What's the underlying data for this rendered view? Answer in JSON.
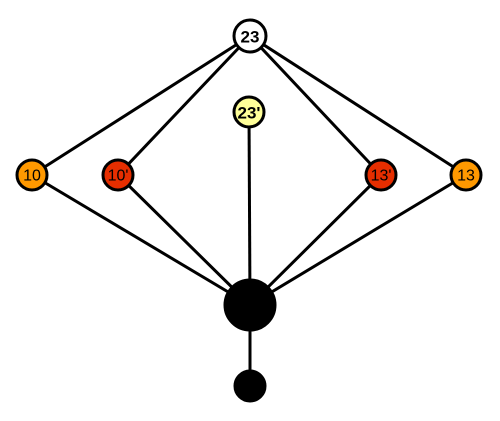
{
  "diagram": {
    "nodes": [
      {
        "id": "n23",
        "label": "23",
        "fill": "#ffffff",
        "bold": true
      },
      {
        "id": "n23p",
        "label": "23'",
        "fill": "#ffff99",
        "bold": true
      },
      {
        "id": "n10",
        "label": "10",
        "fill": "#ff9900",
        "bold": false
      },
      {
        "id": "n10p",
        "label": "10'",
        "fill": "#e62e00",
        "bold": false
      },
      {
        "id": "n13p",
        "label": "13'",
        "fill": "#e62e00",
        "bold": false
      },
      {
        "id": "n13",
        "label": "13",
        "fill": "#ff9900",
        "bold": false
      },
      {
        "id": "hub",
        "label": "",
        "fill": "#000000",
        "bold": false
      },
      {
        "id": "bottom",
        "label": "",
        "fill": "#000000",
        "bold": false
      }
    ],
    "edges": [
      [
        "n23",
        "n10"
      ],
      [
        "n23",
        "n10p"
      ],
      [
        "n23",
        "n13p"
      ],
      [
        "n23",
        "n13"
      ],
      [
        "n10",
        "hub"
      ],
      [
        "n10p",
        "hub"
      ],
      [
        "n23p",
        "hub"
      ],
      [
        "n13p",
        "hub"
      ],
      [
        "n13",
        "hub"
      ],
      [
        "hub",
        "bottom"
      ]
    ]
  }
}
